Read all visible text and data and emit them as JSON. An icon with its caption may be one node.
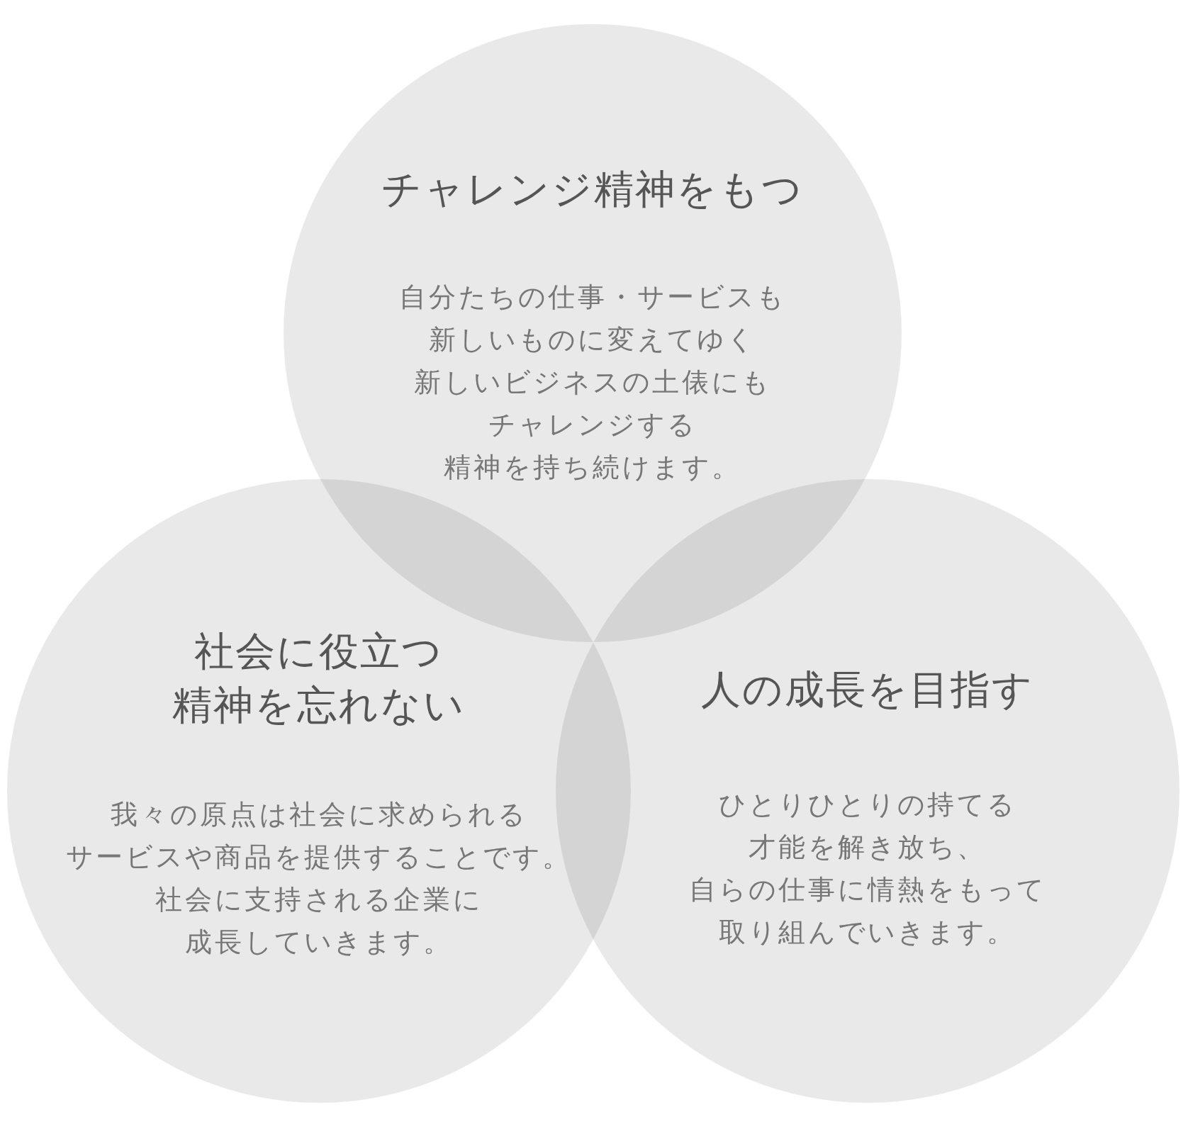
{
  "diagram": {
    "nodes": [
      {
        "text": [
          "チャレンジ精神をもつ",
          "自分たちの仕事・サービスも新しいものに変えてゆく新しいビジネスの土俵にもチャレンジする精神を持ち続けます。"
        ]
      },
      {
        "text": [
          "社会に役立つ精神を忘れない",
          "我々の原点は社会に求められるサービスや商品を提供することです。社会に支持される企業に成長していきます。"
        ]
      },
      {
        "text": [
          "人の成長を目指す",
          "ひとりひとりの持てる才能を解き放ち、自らの仕事に情熱をもって取り組んでいきます。"
        ]
      }
    ]
  }
}
